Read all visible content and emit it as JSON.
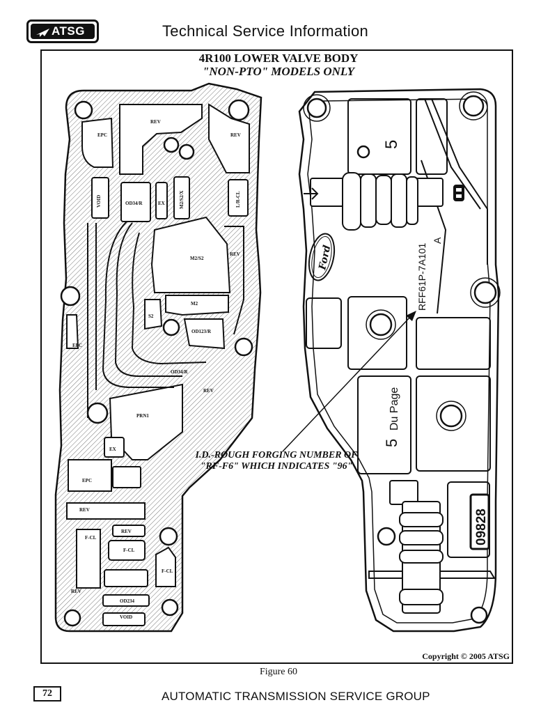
{
  "header": {
    "logo_text": "ATSG",
    "title": "Technical Service Information"
  },
  "diagram": {
    "title": "4R100 LOWER VALVE BODY",
    "subtitle": "\"NON-PTO\" MODELS ONLY",
    "left_view": {
      "passage_labels": [
        "REV",
        "EPC",
        "REV",
        "VOID",
        "OD34/R",
        "EX",
        "M2/S2/X",
        "L/R-CL",
        "REV",
        "M2/S2",
        "M2",
        "S2",
        "OD123/R",
        "EPC",
        "OD34/R",
        "REV",
        "PRN1",
        "EX",
        "EPC",
        "REV",
        "REV",
        "F-CL",
        "F-CL",
        "F-CL",
        "REV",
        "OD234",
        "VOID"
      ]
    },
    "right_view": {
      "casting_logo": "Ford",
      "part_number": "RFF61P-7A101",
      "part_suffix": "A",
      "foundry_text": "Du Page",
      "foundry_number": "5",
      "stamp_number": "09828"
    },
    "annotation": "I.D.-ROUGH FORGING NUMBER OF \"RF-F6\" WHICH INDICATES \"96\"",
    "copyright": "Copyright © 2005 ATSG"
  },
  "figure_caption": "Figure 60",
  "footer": {
    "page_number": "72",
    "company": "AUTOMATIC TRANSMISSION SERVICE GROUP"
  }
}
